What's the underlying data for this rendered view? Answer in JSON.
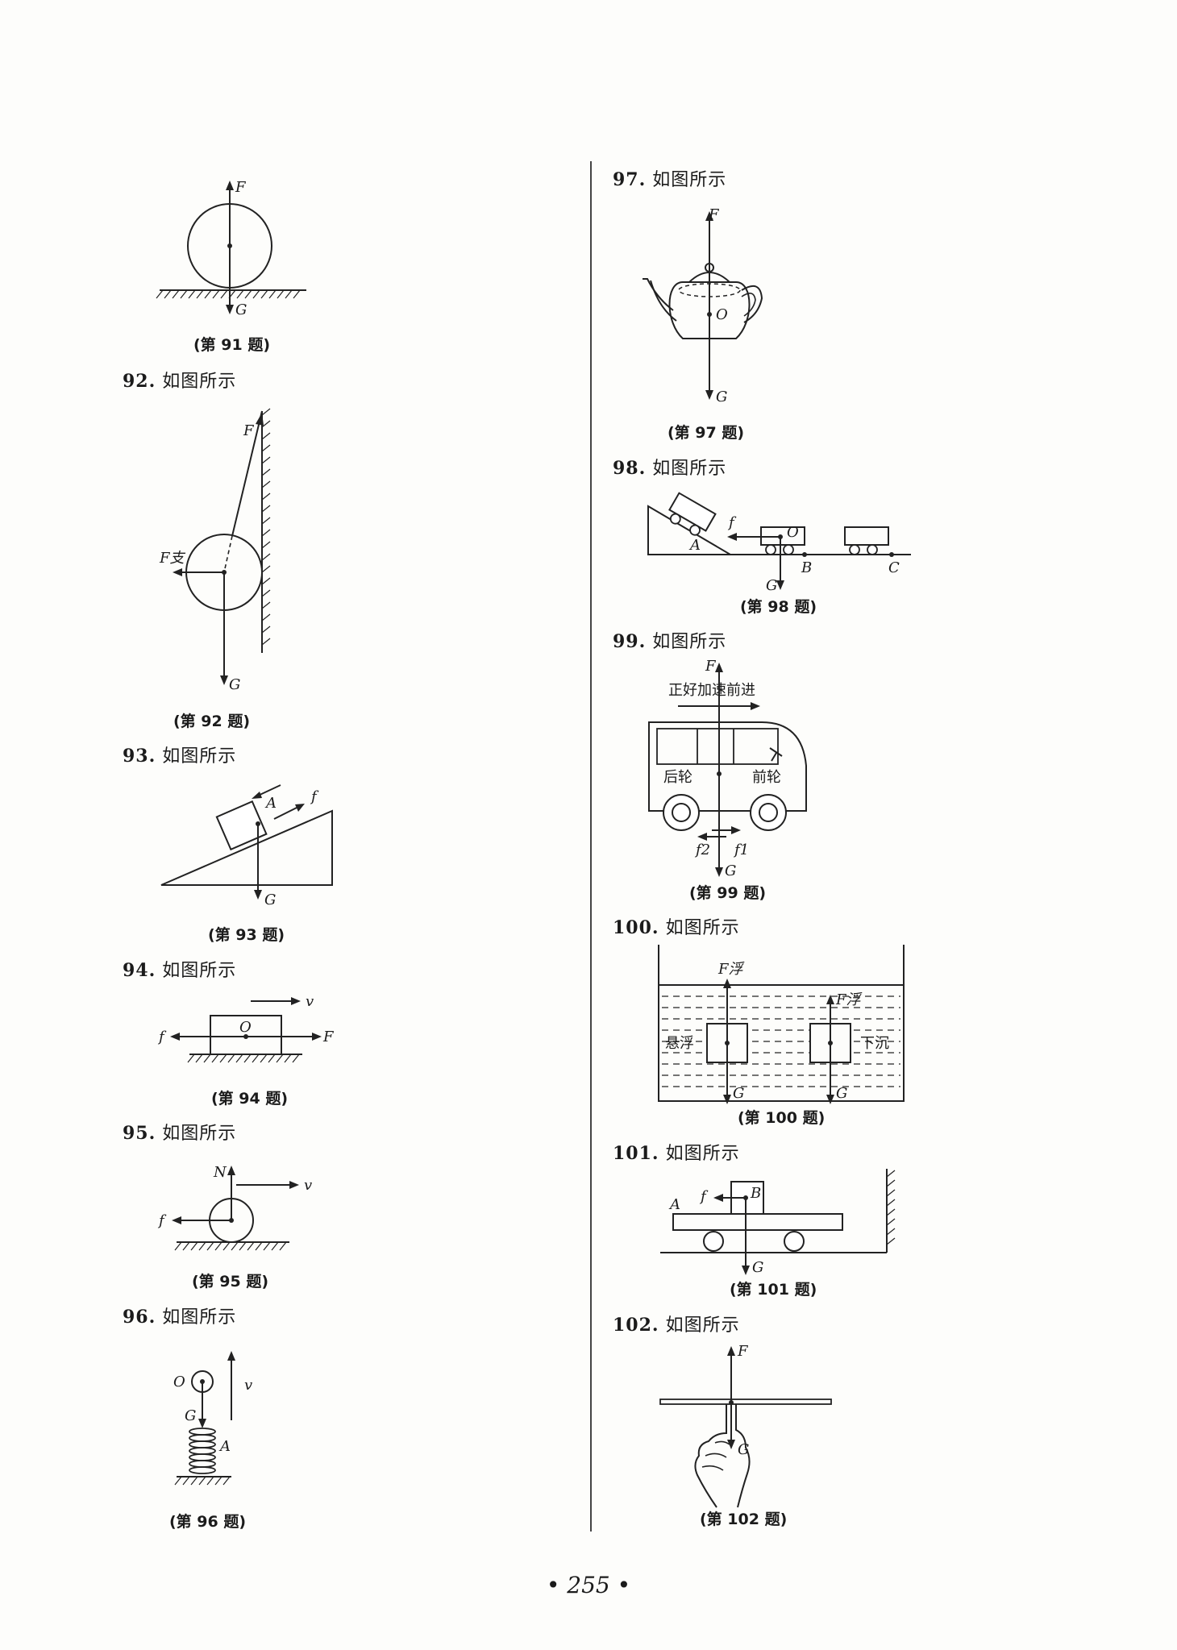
{
  "items": {
    "i92": {
      "num": "92.",
      "text": "如图所示",
      "caption": "(第 92 题)"
    },
    "i93": {
      "num": "93.",
      "text": "如图所示",
      "caption": "(第 93 题)"
    },
    "i94": {
      "num": "94.",
      "text": "如图所示",
      "caption": "(第 94 题)"
    },
    "i95": {
      "num": "95.",
      "text": "如图所示",
      "caption": "(第 95 题)"
    },
    "i96": {
      "num": "96.",
      "text": "如图所示",
      "caption": "(第 96 题)"
    },
    "i97": {
      "num": "97.",
      "text": "如图所示",
      "caption": "(第 97 题)"
    },
    "i98": {
      "num": "98.",
      "text": "如图所示",
      "caption": "(第 98 题)"
    },
    "i99": {
      "num": "99.",
      "text": "如图所示",
      "caption": "(第 99 题)"
    },
    "i100": {
      "num": "100.",
      "text": "如图所示",
      "caption": "(第 100 题)"
    },
    "i101": {
      "num": "101.",
      "text": "如图所示",
      "caption": "(第 101 题)"
    },
    "i102": {
      "num": "102.",
      "text": "如图所示",
      "caption": "(第 102 题)"
    }
  },
  "cap91": "(第 91 题)",
  "labels": {
    "F": "F",
    "G": "G",
    "f": "f",
    "v": "v",
    "N": "N",
    "O": "O",
    "A": "A",
    "B": "B",
    "C": "C",
    "Fzhi": "F支",
    "Ffu": "F浮",
    "f1": "f1",
    "f2": "f2",
    "zhenghao": "正好加速前进",
    "houlun": "后轮",
    "qianlun": "前轮",
    "xuanfu": "悬浮",
    "xiachen": "下沉"
  },
  "page_number": "• 255 •"
}
